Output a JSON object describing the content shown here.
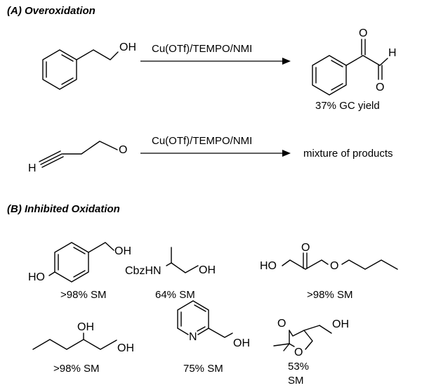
{
  "section_a": {
    "title": "(A) Overoxidation",
    "reaction1": {
      "reagents": "Cu(OTf)/TEMPO/NMI",
      "product_yield": "37% GC yield"
    },
    "reaction2": {
      "reagents": "Cu(OTf)/TEMPO/NMI",
      "outcome": "mixture of products"
    }
  },
  "section_b": {
    "title": "(B) Inhibited Oxidation",
    "substrates": [
      {
        "result": ">98% SM"
      },
      {
        "result": "64% SM"
      },
      {
        "result": ">98% SM"
      },
      {
        "result": ">98% SM"
      },
      {
        "result": "75% SM"
      },
      {
        "result_line1": "53%",
        "result_line2": "SM"
      }
    ]
  },
  "atoms": {
    "oh": "OH",
    "ho": "HO",
    "o": "O",
    "h": "H",
    "n": "N",
    "cbzhn": "CbzHN"
  }
}
